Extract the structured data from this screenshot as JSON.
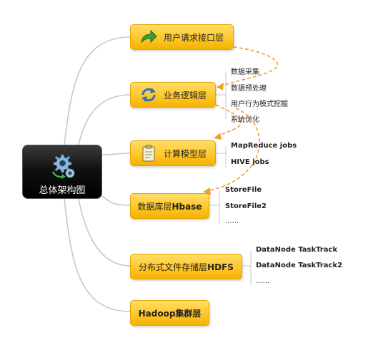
{
  "central": {
    "title": "总体架构图",
    "icon": "gears-icon"
  },
  "layers": [
    {
      "label": "用户请求接口层",
      "icon": "arrow-forward-icon"
    },
    {
      "label": "业务逻辑层",
      "icon": "refresh-icon"
    },
    {
      "label": "计算模型层",
      "icon": "clipboard-icon"
    },
    {
      "label_prefix": "数据库层",
      "label_bold": "Hbase"
    },
    {
      "label_prefix": "分布式文件存储层",
      "label_bold": "HDFS"
    },
    {
      "label_prefix": "",
      "label_bold": "Hadoop集群层"
    }
  ],
  "business_children": [
    "数据采集",
    "数据预处理",
    "用户行为模式挖掘",
    "系统优化"
  ],
  "compute_children": [
    "MapReduce jobs",
    "HIVE jobs"
  ],
  "hbase_children": [
    "StoreFile",
    "StoreFile2",
    "......"
  ],
  "hdfs_children": [
    "DataNode TaskTrack",
    "DataNode TaskTrack2",
    "......"
  ],
  "colors": {
    "node_fill": "#ffc72a",
    "dashed_arrow": "#f0a030",
    "connector": "#c8c8c8"
  }
}
